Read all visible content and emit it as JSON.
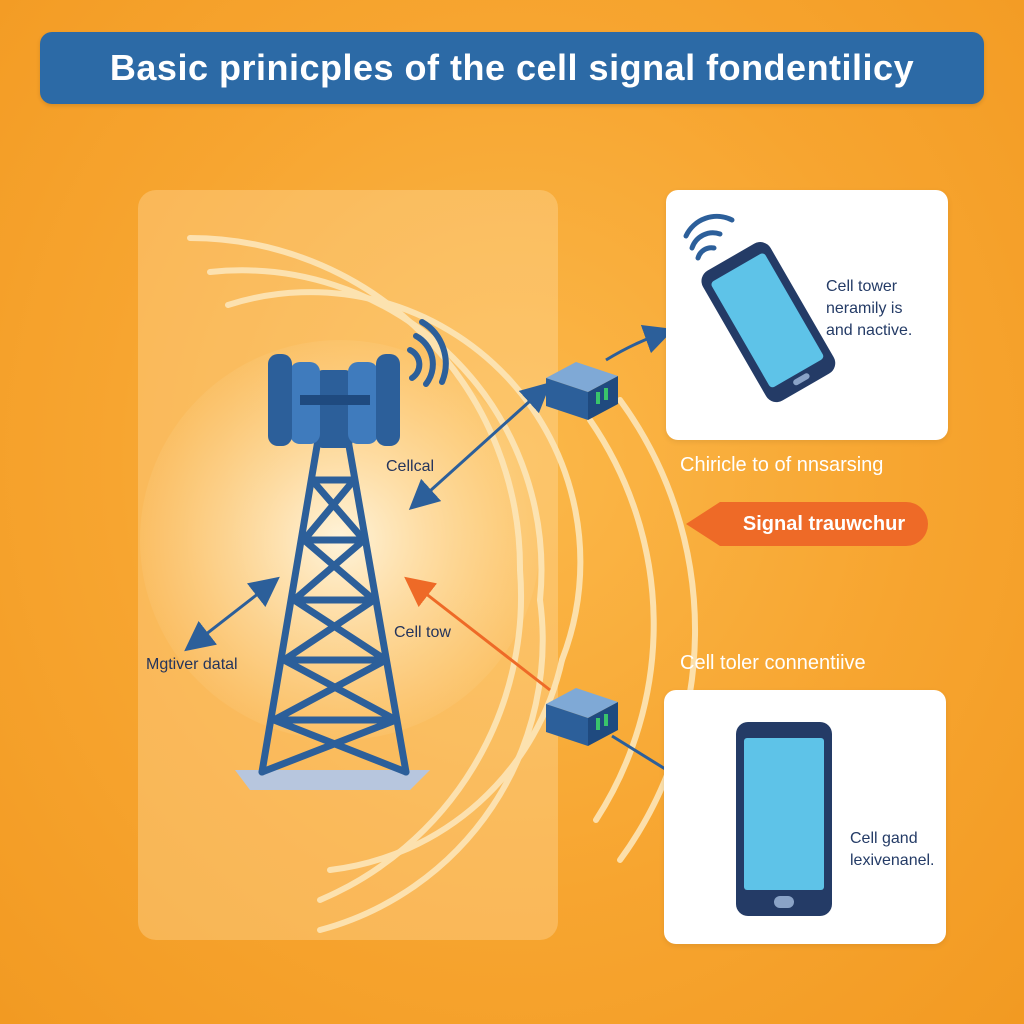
{
  "title": "Basic prinicples of the cell signal fondentilicy",
  "labels": {
    "tower_upper": "Cellcal",
    "tower_mid": "Cell tow",
    "left_arrow": "Mgtiver datal",
    "middle_right": "Chiricle to of nnsarsing",
    "lower_right": "Cell toler connentiive"
  },
  "signal_pill": "Signal trauwchur",
  "cards": {
    "top_text": "Cell tower\nneramily is\nand nactive.",
    "bottom_text": "Cell gand\nlexivenanel."
  },
  "colors": {
    "background": "#f7a530",
    "title_bar": "#2c6aa6",
    "tower": "#2c5f9a",
    "accent_arrow": "#ee6a27",
    "phone_screen": "#5ec3e8",
    "wave": "#fde6b8"
  },
  "icons": [
    "cell-tower-icon",
    "wifi-signal-icon",
    "router-icon",
    "smartphone-icon"
  ]
}
